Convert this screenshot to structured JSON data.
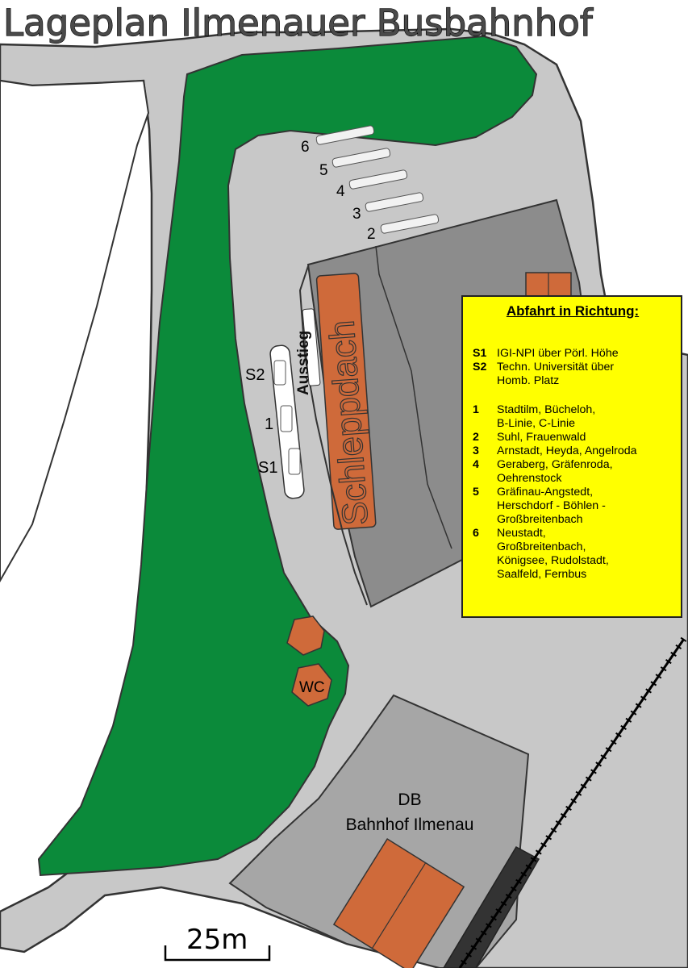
{
  "title": "Lageplan Ilmenauer Busbahnhof",
  "labels": {
    "platform_6": "6",
    "platform_5": "5",
    "platform_4": "4",
    "platform_3": "3",
    "platform_2": "2",
    "platform_s2": "S2",
    "platform_1": "1",
    "platform_s1": "S1",
    "ausstieg": "Ausstieg",
    "schleppdach": "Schleppdach",
    "wc": "WC",
    "station_line1": "DB",
    "station_line2": "Bahnhof Ilmenau",
    "scale": "25m"
  },
  "legend": {
    "heading": "Abfahrt in Richtung:",
    "entries": [
      {
        "key": "S1",
        "text": "IGI-NPI über Pörl. Höhe"
      },
      {
        "key": "S2",
        "text": "Techn. Universität über\n Homb. Platz"
      },
      {
        "key": "1",
        "text": "Stadtilm, Bücheloh,\nB-Linie, C-Linie"
      },
      {
        "key": "2",
        "text": "Suhl, Frauenwald"
      },
      {
        "key": "3",
        "text": "Arnstadt, Heyda, Angelroda"
      },
      {
        "key": "4",
        "text": "Geraberg, Gräfenroda,\nOehrenstock"
      },
      {
        "key": "5",
        "text": "Gräfinau-Angstedt,\nHerschdorf - Böhlen -\nGroßbreitenbach"
      },
      {
        "key": "6",
        "text": "Neustadt,\nGroßbreitenbach,\nKönigsee, Rudolstadt,\nSaalfeld, Fernbus"
      }
    ]
  },
  "colors": {
    "road": "#c8c8c8",
    "grass": "#0b8a3a",
    "building": "#8c8c8c",
    "station_area": "#a6a6a6",
    "roof": "#cf6a3a",
    "legend_bg": "#ffff00"
  }
}
